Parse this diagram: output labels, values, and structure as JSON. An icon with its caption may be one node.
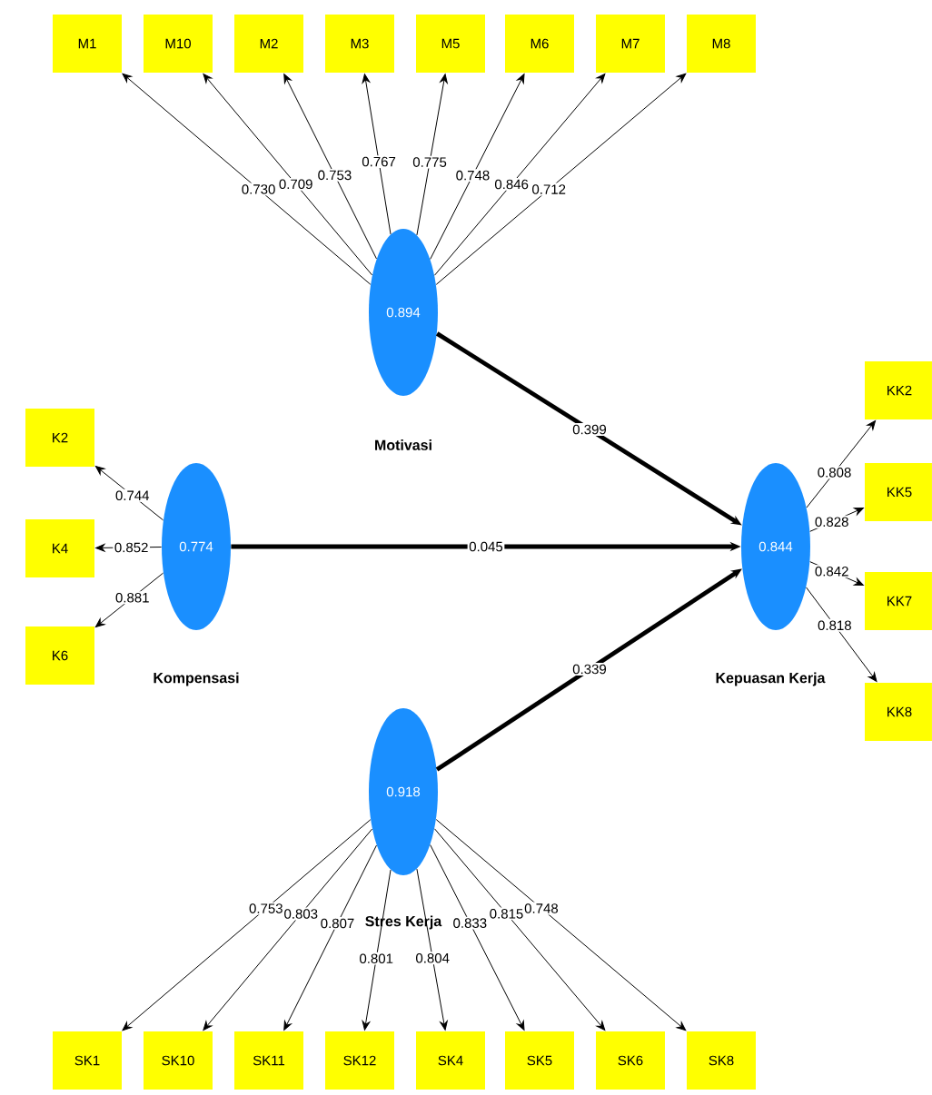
{
  "diagram": {
    "nodes": [
      {
        "text": [
          "M1"
        ]
      },
      {
        "text": [
          "M10"
        ]
      },
      {
        "text": [
          "M2"
        ]
      },
      {
        "text": [
          "M3"
        ]
      },
      {
        "text": [
          "M5"
        ]
      },
      {
        "text": [
          "M6"
        ]
      },
      {
        "text": [
          "M7"
        ]
      },
      {
        "text": [
          "M8"
        ]
      },
      {
        "text": [
          "0.894"
        ],
        "beside": [
          "Motivasi"
        ]
      },
      {
        "text": [
          "K2"
        ]
      },
      {
        "text": [
          "K4"
        ]
      },
      {
        "text": [
          "K6"
        ]
      },
      {
        "text": [
          "0.774"
        ],
        "beside": [
          "Kompensasi"
        ]
      },
      {
        "text": [
          "0.844"
        ],
        "beside": [
          "Kepuasan Kerja"
        ]
      },
      {
        "text": [
          "KK2"
        ]
      },
      {
        "text": [
          "KK5"
        ]
      },
      {
        "text": [
          "KK7"
        ]
      },
      {
        "text": [
          "KK8"
        ]
      },
      {
        "text": [
          "0.918"
        ],
        "beside": [
          "Stres Kerja"
        ]
      },
      {
        "text": [
          "SK1"
        ]
      },
      {
        "text": [
          "SK10"
        ]
      },
      {
        "text": [
          "SK11"
        ]
      },
      {
        "text": [
          "SK12"
        ]
      },
      {
        "text": [
          "SK4"
        ]
      },
      {
        "text": [
          "SK5"
        ]
      },
      {
        "text": [
          "SK6"
        ]
      },
      {
        "text": [
          "SK8"
        ]
      }
    ],
    "edges": [
      {
        "from": 8,
        "to": 0,
        "arrow": "to",
        "label": "0.730"
      },
      {
        "from": 8,
        "to": 1,
        "arrow": "to",
        "label": "0.709"
      },
      {
        "from": 8,
        "to": 2,
        "arrow": "to",
        "label": "0.753"
      },
      {
        "from": 8,
        "to": 3,
        "arrow": "to",
        "label": "0.767"
      },
      {
        "from": 8,
        "to": 4,
        "arrow": "to",
        "label": "0.775"
      },
      {
        "from": 8,
        "to": 5,
        "arrow": "to",
        "label": "0.748"
      },
      {
        "from": 8,
        "to": 6,
        "arrow": "to",
        "label": "0.846"
      },
      {
        "from": 8,
        "to": 7,
        "arrow": "to",
        "label": "0.712"
      },
      {
        "from": 12,
        "to": 9,
        "arrow": "to",
        "label": "0.744"
      },
      {
        "from": 12,
        "to": 10,
        "arrow": "to",
        "label": "0.852"
      },
      {
        "from": 12,
        "to": 11,
        "arrow": "to",
        "label": "0.881"
      },
      {
        "from": 13,
        "to": 14,
        "arrow": "to",
        "label": "0.808"
      },
      {
        "from": 13,
        "to": 15,
        "arrow": "to",
        "label": "0.828"
      },
      {
        "from": 13,
        "to": 16,
        "arrow": "to",
        "label": "0.842"
      },
      {
        "from": 13,
        "to": 17,
        "arrow": "to",
        "label": "0.818"
      },
      {
        "from": 18,
        "to": 19,
        "arrow": "to",
        "label": "0.753"
      },
      {
        "from": 18,
        "to": 20,
        "arrow": "to",
        "label": "0.803"
      },
      {
        "from": 18,
        "to": 21,
        "arrow": "to",
        "label": "0.807"
      },
      {
        "from": 18,
        "to": 22,
        "arrow": "to",
        "label": "0.801"
      },
      {
        "from": 18,
        "to": 23,
        "arrow": "to",
        "label": "0.804"
      },
      {
        "from": 18,
        "to": 24,
        "arrow": "to",
        "label": "0.833"
      },
      {
        "from": 18,
        "to": 25,
        "arrow": "to",
        "label": "0.815"
      },
      {
        "from": 18,
        "to": 26,
        "arrow": "to",
        "label": "0.748"
      },
      {
        "from": 8,
        "to": 13,
        "arrow": "to",
        "label": "0.399",
        "style": "thick"
      },
      {
        "from": 12,
        "to": 13,
        "arrow": "to",
        "label": "0.045",
        "style": "thick"
      },
      {
        "from": 18,
        "to": 13,
        "arrow": "to",
        "label": "0.339",
        "style": "thick"
      }
    ]
  }
}
